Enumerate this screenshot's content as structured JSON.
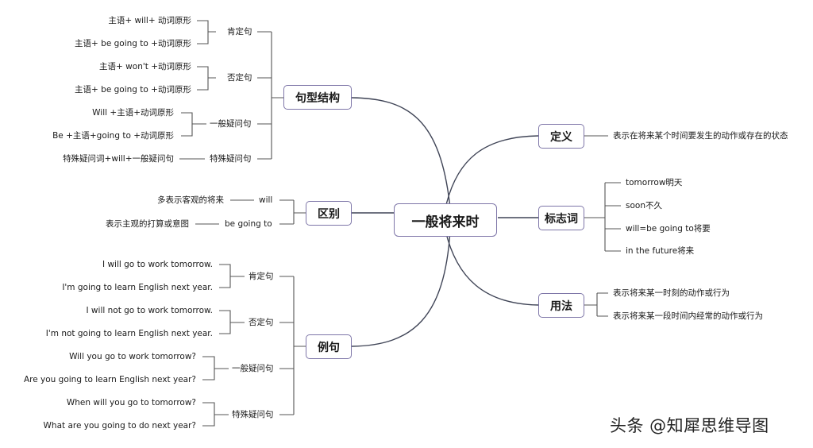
{
  "center": "一般将来时",
  "structure": {
    "label": "句型结构",
    "affirmative": {
      "label": "肯定句",
      "items": [
        "主语+ will+ 动词原形",
        "主语+ be going to +动词原形"
      ]
    },
    "negative": {
      "label": "否定句",
      "items": [
        "主语+ won't +动词原形",
        "主语+ be going to +动词原形"
      ]
    },
    "general_question": {
      "label": "一般疑问句",
      "items": [
        "Will +主语+动词原形",
        "Be +主语+going to +动词原形"
      ]
    },
    "special_question": {
      "label": "特殊疑问句",
      "items": [
        "特殊疑问词+will+一般疑问句"
      ]
    }
  },
  "difference": {
    "label": "区别",
    "rows": [
      {
        "key": "will",
        "desc": "多表示客观的将来"
      },
      {
        "key": "be going to",
        "desc": "表示主观的打算或意图"
      }
    ]
  },
  "examples": {
    "label": "例句",
    "affirmative": {
      "label": "肯定句",
      "items": [
        "I will go to work tomorrow.",
        "I'm going to learn English next year."
      ]
    },
    "negative": {
      "label": "否定句",
      "items": [
        "I will not go to work tomorrow.",
        "I'm not going to learn English next year."
      ]
    },
    "general_question": {
      "label": "一般疑问句",
      "items": [
        "Will you go to work tomorrow?",
        "Are you going to learn English next year?"
      ]
    },
    "special_question": {
      "label": "特殊疑问句",
      "items": [
        "When will you go to tomorrow?",
        "What are you going to do next year?"
      ]
    }
  },
  "definition": {
    "label": "定义",
    "text": "表示在将来某个时间要发生的动作或存在的状态"
  },
  "signal_words": {
    "label": "标志词",
    "items": [
      "tomorrow明天",
      "soon不久",
      "will=be going to将要",
      "in the future将来"
    ]
  },
  "usage": {
    "label": "用法",
    "items": [
      "表示将来某一时刻的动作或行为",
      "表示将来某一段时间内经常的动作或行为"
    ]
  },
  "watermark": "头条 @知犀思维导图",
  "colors": {
    "node_border": "#7e76a8",
    "curve": "#3f4456",
    "connector": "#555555"
  }
}
